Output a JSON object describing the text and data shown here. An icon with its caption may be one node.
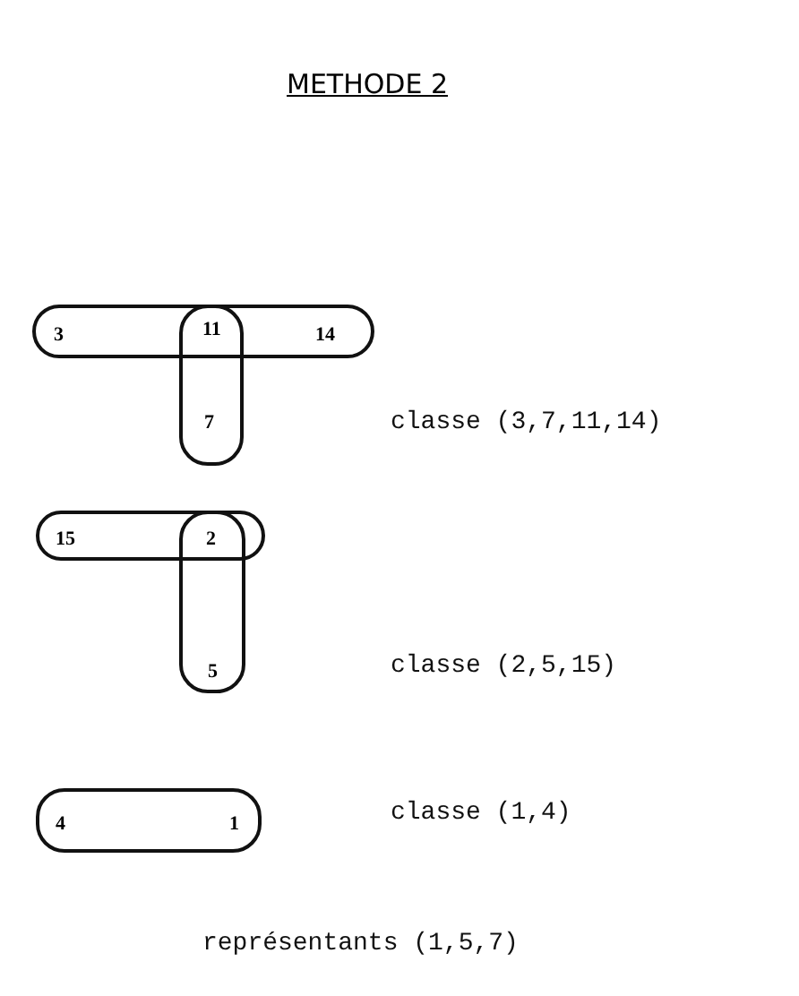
{
  "diagram": {
    "title": "METHODE 2",
    "nodes": [
      {
        "text": [
          "3",
          "14"
        ]
      },
      {
        "text": [
          "11",
          "7"
        ]
      },
      {
        "text": [
          "15",
          "2"
        ]
      },
      {
        "text": [
          "5"
        ]
      },
      {
        "text": [
          "4",
          "1"
        ]
      }
    ],
    "labels": [
      "classe (3,7,11,14)",
      "classe (2,5,15)",
      "classe (1,4)",
      "représentants (1,5,7)"
    ]
  }
}
